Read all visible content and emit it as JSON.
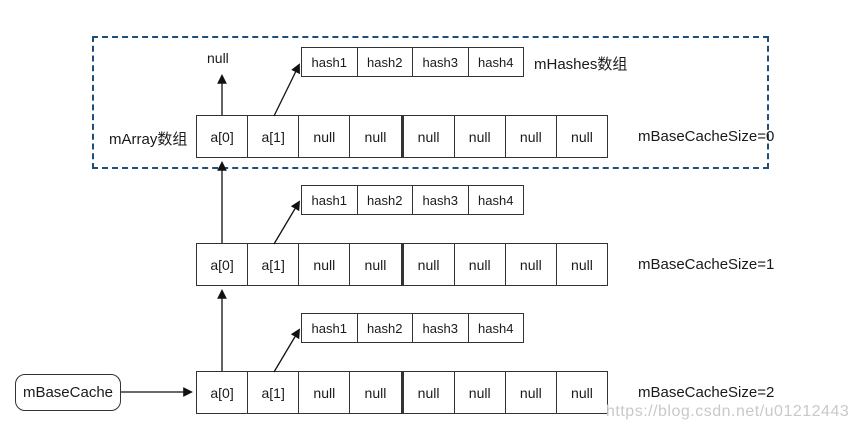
{
  "diagram": {
    "marray_label": "mArray数组",
    "mhashes_label": "mHashes数组",
    "null_pointer_label": "null",
    "mbasecache_label": "mBaseCache",
    "hash_cells": [
      "hash1",
      "hash2",
      "hash3",
      "hash4"
    ],
    "array_cells": [
      "a[0]",
      "a[1]",
      "null",
      "null",
      "null",
      "null",
      "null",
      "null"
    ],
    "levels": [
      {
        "size_label": "mBaseCacheSize=0"
      },
      {
        "size_label": "mBaseCacheSize=1"
      },
      {
        "size_label": "mBaseCacheSize=2"
      }
    ],
    "colors": {
      "dashed_border": "#1f4e79",
      "box_border": "#333333",
      "watermark": "#c9c9c9"
    },
    "watermark": "https://blog.csdn.net/u012124438"
  }
}
